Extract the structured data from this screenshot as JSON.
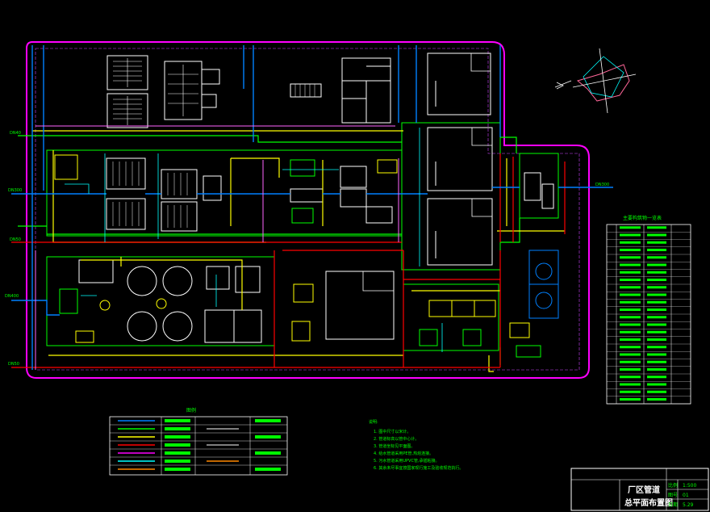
{
  "pipe_labels": {
    "left_inlet_1": "DN40",
    "left_inlet_2": "DN300",
    "left_inlet_3": "DN50",
    "left_outlet_1": "DN400",
    "left_outlet_2": "DN50",
    "right_outlet": "DN300"
  },
  "legend": {
    "title": "图例"
  },
  "notes": {
    "title": "说明:",
    "lines": [
      "1. 图中尺寸以米计。",
      "2. 管道标高以管中心计。",
      "3. 管道坐标见平面图。",
      "4. 给水管道采用PE管,热熔连接。",
      "5. 污水管道采用UPVC管,承插粘接。",
      "6. 其余未尽事宜按国家现行施工及验收规范执行。"
    ]
  },
  "table": {
    "title": "主要构筑物一览表"
  },
  "title_block": {
    "title_line1": "厂区管道",
    "title_line2": "总平面布置图",
    "field1": "比例",
    "field2": "图号",
    "field3": "日期",
    "val1": "1:500",
    "val2": "01",
    "val3": "5.29"
  },
  "colors": {
    "background": "#000000",
    "boundary": "#ff00ff",
    "water_pipe": "#00ff00",
    "sewage_pipe": "#ffff00",
    "storm_pipe": "#ff0000",
    "process_pipe": "#0080ff",
    "building": "#ffffff"
  }
}
